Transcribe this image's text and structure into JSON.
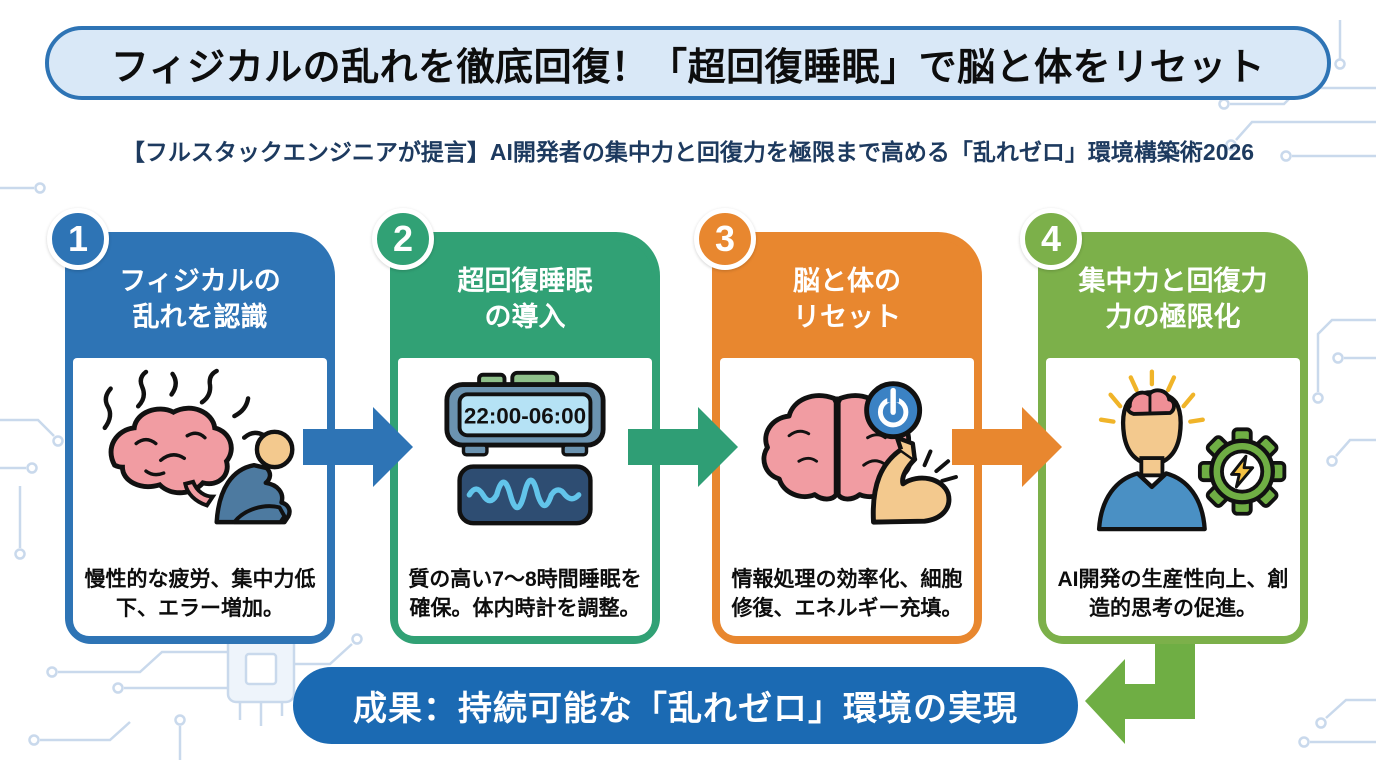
{
  "header": {
    "title": "フィジカルの乱れを徹底回復！「超回復睡眠」で脳と体をリセット",
    "subtitle": "【フルスタックエンジニアが提言】AI開発者の集中力と回復力を極限まで高める「乱れゼロ」環境構築術2026"
  },
  "steps": [
    {
      "number": "1",
      "title": "フィジカルの\n乱れを認識",
      "description": "慢性的な疲労、集中力低下、エラー増加。",
      "accent": "#2e74b5",
      "icon": "stressed-brain-and-fatigued-person"
    },
    {
      "number": "2",
      "title": "超回復睡眠\nの導入",
      "description": "質の高い7〜8時間睡眠を確保。体内時計を調整。",
      "accent": "#31a175",
      "icon": "alarm-clock-and-sleep-waveform",
      "clock_display": "22:00-06:00"
    },
    {
      "number": "3",
      "title": "脳と体の\nリセット",
      "description": "情報処理の効率化、細胞修復、エネルギー充填。",
      "accent": "#e8872f",
      "icon": "brain-power-button-and-flexing-arm"
    },
    {
      "number": "4",
      "title": "集中力と回復力\n力の極限化",
      "description": "AI開発の生産性向上、創造的思考の促進。",
      "accent": "#7cb04a",
      "icon": "energized-person-and-power-gear"
    }
  ],
  "result_banner": {
    "label": "成果：持続可能な「乱れゼロ」環境の実現",
    "color": "#1b6ab3"
  },
  "colors": {
    "title_banner_bg": "#d9e8f7",
    "title_banner_border": "#2e74b5",
    "subtitle_text": "#1d3a5f",
    "arrow_step1_2": "#2e74b5",
    "arrow_step2_3": "#2f9e75",
    "arrow_step3_4": "#e8872f",
    "final_arrow": "#6fae44",
    "circuit_lines": "#c9d9ec"
  }
}
